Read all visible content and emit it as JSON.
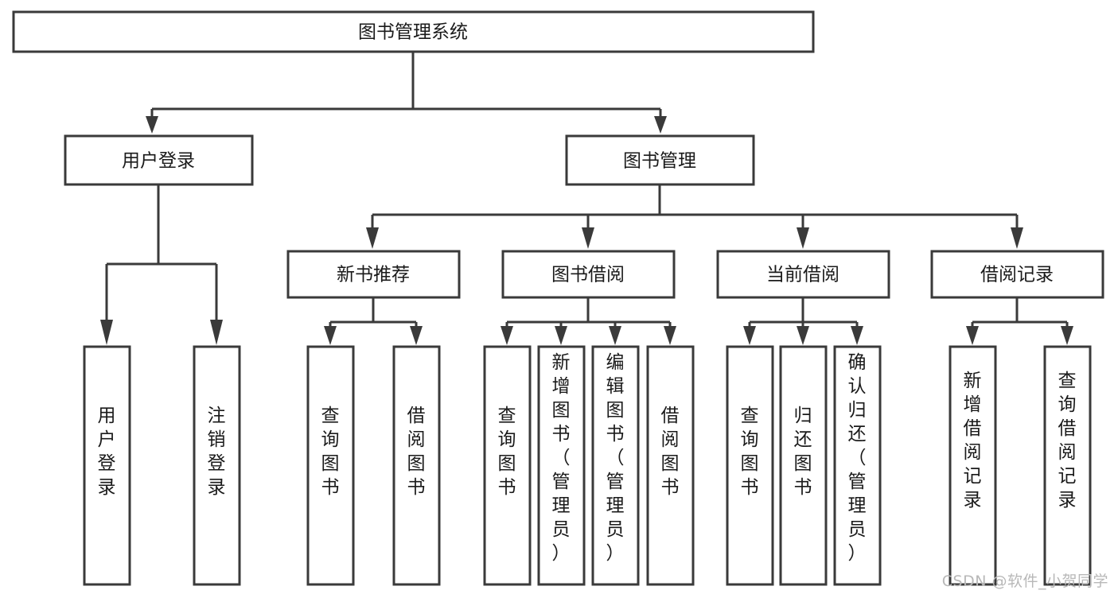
{
  "diagram": {
    "type": "tree-hierarchy-chart",
    "title": "图书管理系统",
    "colors": {
      "background": "#ffffff",
      "box_border": "#3a3a3a",
      "box_fill": "#ffffff",
      "text": "#1a1a1a",
      "connector": "#3a3a3a",
      "watermark": "#b8b8b8"
    },
    "levels": {
      "root": "图书管理系统",
      "level2": [
        "用户登录",
        "图书管理"
      ],
      "level3": [
        "新书推荐",
        "图书借阅",
        "当前借阅",
        "借阅记录"
      ]
    },
    "nodes": {
      "root": {
        "label": "图书管理系统"
      },
      "user_login": {
        "label": "用户登录"
      },
      "book_manage": {
        "label": "图书管理"
      },
      "new_book_rec": {
        "label": "新书推荐"
      },
      "book_borrow": {
        "label": "图书借阅"
      },
      "current_borrow": {
        "label": "当前借阅"
      },
      "borrow_record": {
        "label": "借阅记录"
      }
    },
    "leaves": {
      "user_login": [
        {
          "label": "用户登录"
        },
        {
          "label": "注销登录"
        }
      ],
      "new_book_rec": [
        {
          "label": "查询图书"
        },
        {
          "label": "借阅图书"
        }
      ],
      "book_borrow": [
        {
          "label": "查询图书"
        },
        {
          "label": "新增图书（管理员）"
        },
        {
          "label": "编辑图书（管理员）"
        },
        {
          "label": "借阅图书"
        }
      ],
      "current_borrow": [
        {
          "label": "查询图书"
        },
        {
          "label": "归还图书"
        },
        {
          "label": "确认归还（管理员）"
        }
      ],
      "borrow_record": [
        {
          "label": "新增借阅记录"
        },
        {
          "label": "查询借阅记录"
        }
      ]
    },
    "watermark": "CSDN @软件_小贺同学"
  }
}
